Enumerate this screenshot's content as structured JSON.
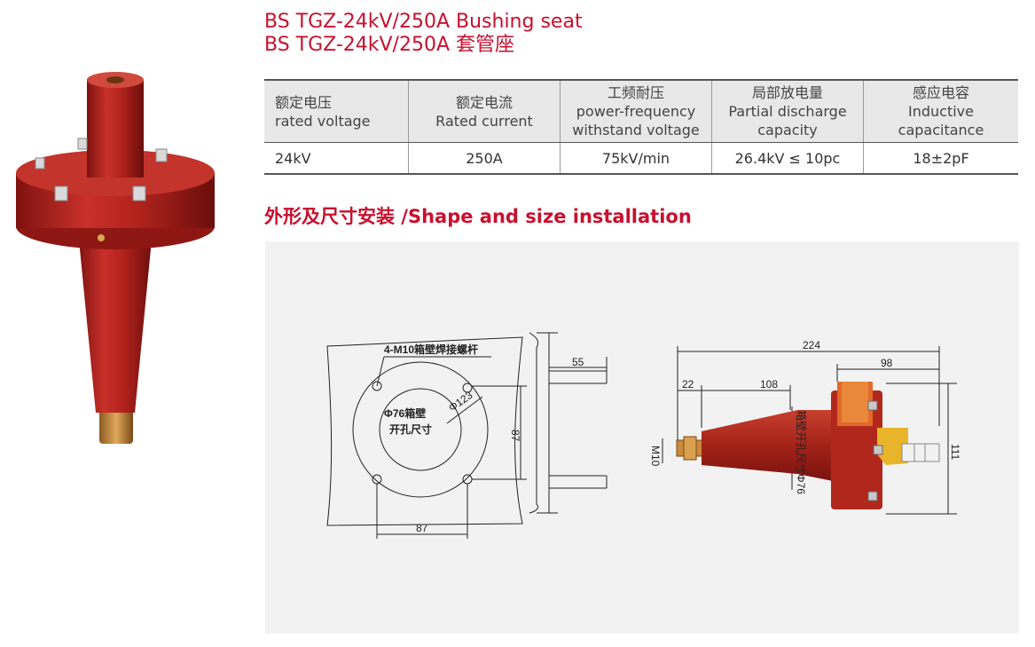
{
  "title": {
    "line1": "BS TGZ-24kV/250A Bushing seat",
    "line2": "BS TGZ-24kV/250A 套管座"
  },
  "spec_table": {
    "headers": [
      [
        "额定电压",
        "rated voltage"
      ],
      [
        "额定电流",
        "Rated current"
      ],
      [
        "工频耐压",
        "power-frequency",
        "withstand voltage"
      ],
      [
        "局部放电量",
        "Partial discharge",
        "capacity"
      ],
      [
        "感应电容",
        "Inductive",
        "capacitance"
      ]
    ],
    "rows": [
      [
        "24kV",
        "250A",
        "75kV/min",
        "26.4kV ≤ 10pc",
        "18±2pF"
      ]
    ]
  },
  "section": {
    "heading": "外形及尺寸安装 /Shape and size installation"
  },
  "drawing": {
    "label_bolts": "4-M10箱壁焊接螺杆",
    "label_hole_line1": "Φ76箱壁",
    "label_hole_line2": "开孔尺寸",
    "dim_phi123": "Φ123",
    "dim_87_vertical": "87",
    "dim_87_horizontal": "87",
    "dim_55": "55",
    "dim_224": "224",
    "dim_98": "98",
    "dim_22": "22",
    "dim_108": "108",
    "dim_m10": "M10",
    "dim_111": "111",
    "label_tank_hole": "箱壁开孔尺寸Φ76"
  },
  "colors": {
    "brand_red": "#c8102e",
    "insulator_red": "#b0231c",
    "copper": "#c98a3a",
    "panel_bg": "#f2f2f2"
  }
}
